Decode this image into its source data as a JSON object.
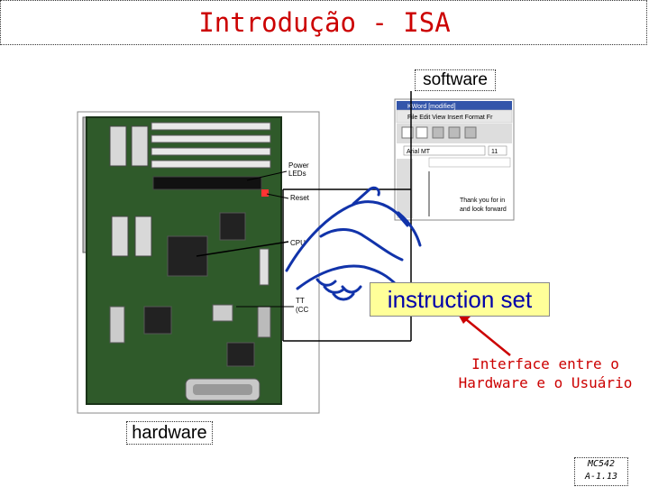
{
  "title": "Introdução - ISA",
  "labels": {
    "software": "software",
    "hardware": "hardware",
    "instruction_set": "instruction set",
    "interface_line1": "Interface entre o",
    "interface_line2": "Hardware e o Usuário"
  },
  "board_callouts": {
    "power_leds": [
      "Power",
      "LEDs"
    ],
    "reset": "Reset",
    "cpu": "CPU",
    "tty": [
      "TT",
      "(CC"
    ]
  },
  "software_window": {
    "title": "KWord [modified]",
    "menu": [
      "File",
      "Edit",
      "View",
      "Insert",
      "Format",
      "Fr"
    ],
    "font": "Arial MT",
    "size": "11",
    "doc_lines": [
      "Thank you for in",
      "and look forward"
    ]
  },
  "footer": {
    "course": "MC542",
    "slide": "A-1.13"
  },
  "colors": {
    "title": "#cc0000",
    "accent_red": "#cc0000",
    "instruction_set_bg": "#ffff99",
    "instruction_set_text": "#0000aa",
    "board_green": "#2f5a2a"
  }
}
